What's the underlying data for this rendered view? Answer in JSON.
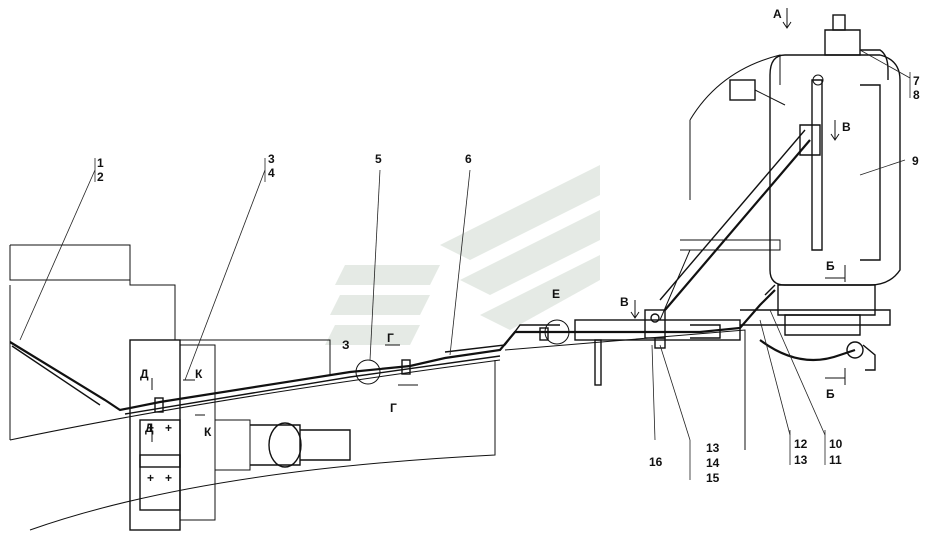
{
  "callouts": {
    "c1": "1",
    "c2": "2",
    "c3": "3",
    "c4": "4",
    "c5": "5",
    "c6": "6",
    "c7": "7",
    "c8": "8",
    "c9": "9",
    "c10": "10",
    "c11": "11",
    "c12": "12",
    "c13a": "13",
    "c13b": "13",
    "c14": "14",
    "c15": "15",
    "c16": "16"
  },
  "views": {
    "a": "А",
    "b1": "Б",
    "b2": "Б",
    "v1": "В",
    "v2": "В",
    "g1": "Г",
    "g2": "Г",
    "d1": "Д",
    "d2": "Д",
    "k1": "К",
    "k2": "К",
    "e": "Е",
    "z": "З"
  },
  "colors": {
    "line": "#111111",
    "watermark": "#cfd8cf"
  }
}
